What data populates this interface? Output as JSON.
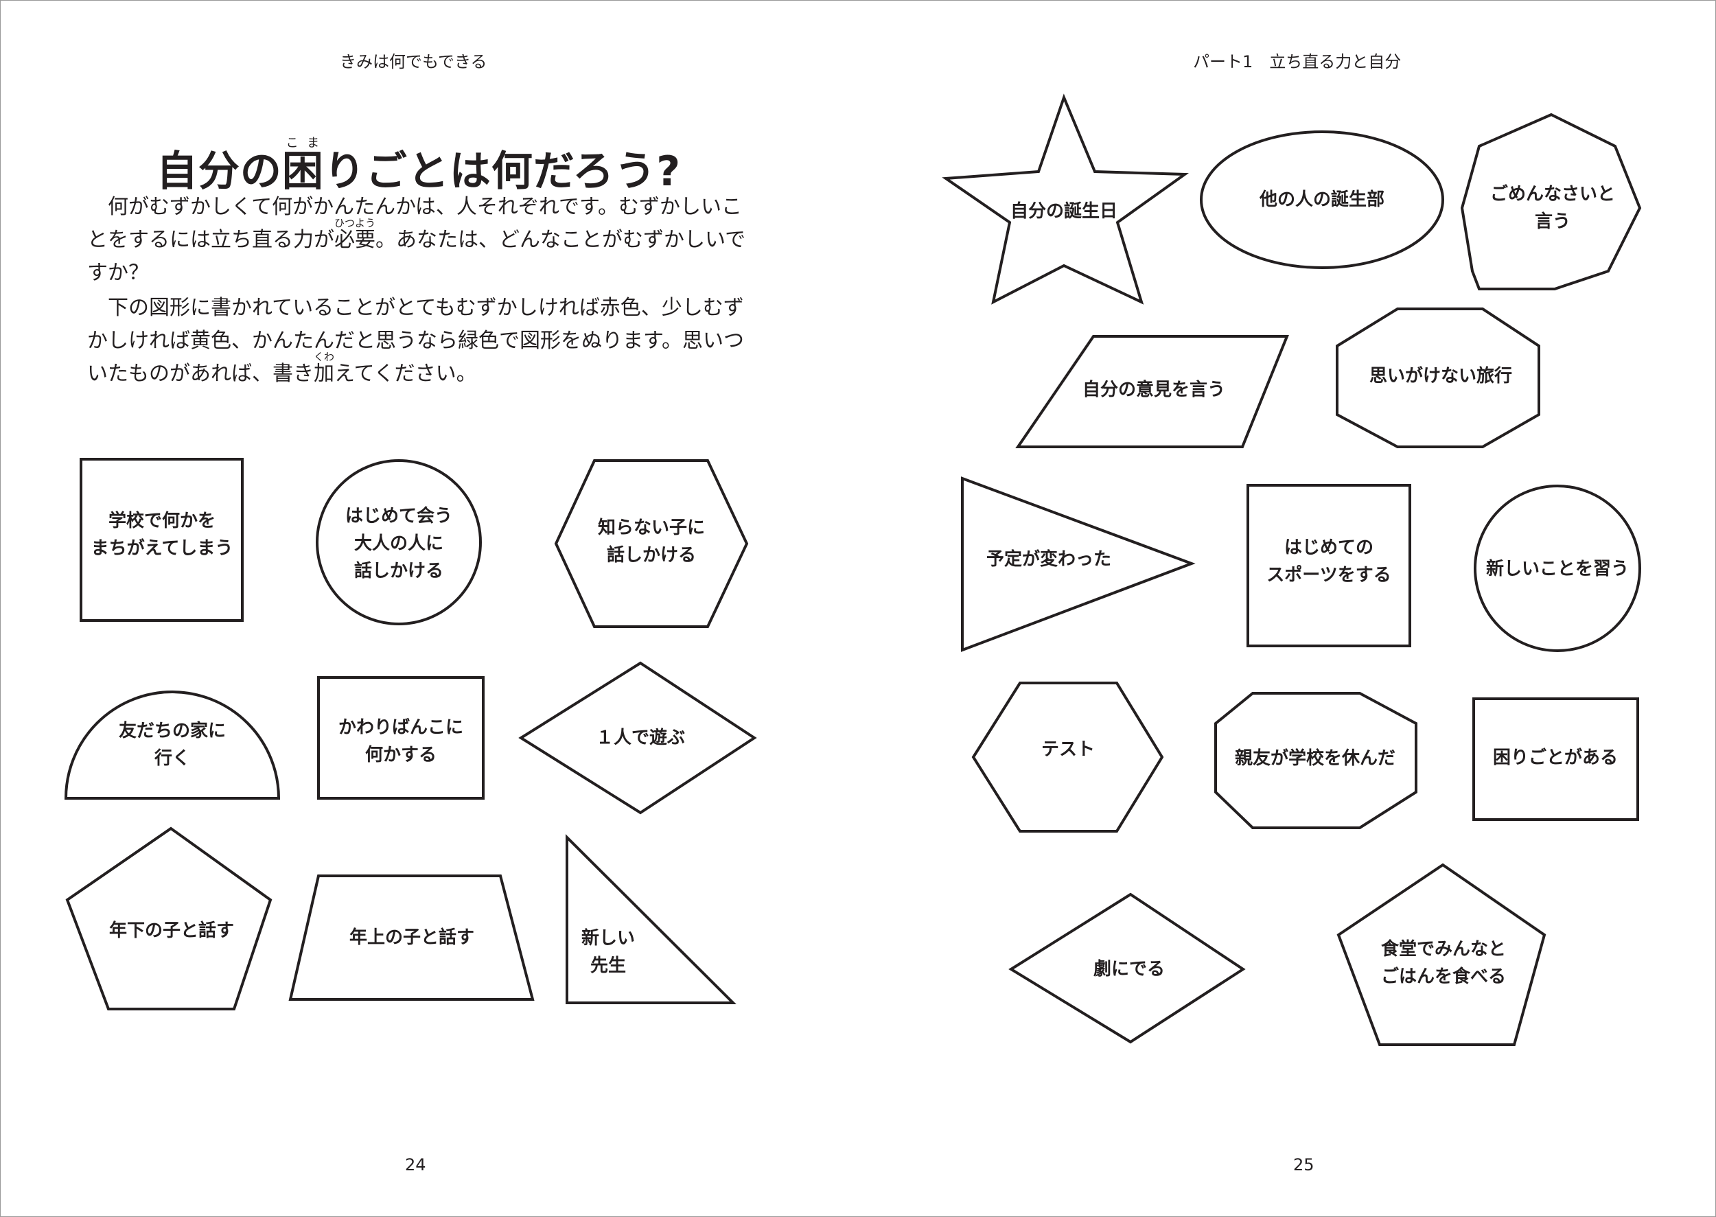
{
  "left_page": {
    "running_head": "きみは何でもできる",
    "title": {
      "before": "自分の",
      "ruby_base": "困",
      "ruby_text": "こま",
      "after": "りごとは何だろう?"
    },
    "intro_1": {
      "before": "何がむずかしくて何がかんたんかは、人それぞれです。むずかしいことをするには立ち直る力が",
      "ruby_base": "必要",
      "ruby_text": "ひつよう",
      "after": "。あなたは、どんなことがむずかしいですか？"
    },
    "intro_2": {
      "before": "下の図形に書かれていることがとてもむずかしければ赤色、少しむずかしければ黄色、かんたんだと思うなら緑色で図形をぬります。思いついたものがあれば、書き",
      "ruby_base": "加",
      "ruby_text": "くわ",
      "after": "えてください。"
    },
    "shapes": [
      {
        "shape": "square",
        "text": "学校で何かを\nまちがえてしまう"
      },
      {
        "shape": "circle",
        "text": "はじめて会う\n大人の人に\n話しかける"
      },
      {
        "shape": "hexagon",
        "text": "知らない子に\n話しかける"
      },
      {
        "shape": "semicircle",
        "text": "友だちの家に\n行く"
      },
      {
        "shape": "rectangle",
        "text": "かわりばんこに\n何かする"
      },
      {
        "shape": "diamond",
        "text": "１人で遊ぶ"
      },
      {
        "shape": "pentagon",
        "text": "年下の子と話す"
      },
      {
        "shape": "trapezoid",
        "text": "年上の子と話す"
      },
      {
        "shape": "right-triangle",
        "text": "新しい\n先生"
      }
    ],
    "page_number": "24"
  },
  "right_page": {
    "running_head": "パート1　立ち直る力と自分",
    "shapes": [
      {
        "shape": "star",
        "text": "自分の誕生日"
      },
      {
        "shape": "ellipse",
        "text": "他の人の誕生部"
      },
      {
        "shape": "heptagon",
        "text": "ごめんなさいと\n言う"
      },
      {
        "shape": "parallelogram",
        "text": "自分の意見を言う"
      },
      {
        "shape": "octagon",
        "text": "思いがけない旅行"
      },
      {
        "shape": "triangle",
        "text": "予定が変わった"
      },
      {
        "shape": "square",
        "text": "はじめての\nスポーツをする"
      },
      {
        "shape": "circle",
        "text": "新しいことを習う"
      },
      {
        "shape": "hexagon",
        "text": "テスト"
      },
      {
        "shape": "octagon",
        "text": "親友が学校を休んだ"
      },
      {
        "shape": "rectangle",
        "text": "困りごとがある"
      },
      {
        "shape": "diamond",
        "text": "劇にでる"
      },
      {
        "shape": "pentagon",
        "text": "食堂でみんなと\nごはんを食べる"
      }
    ],
    "page_number": "25"
  },
  "colors": {
    "ink": "#231f20",
    "paper": "#ffffff"
  }
}
